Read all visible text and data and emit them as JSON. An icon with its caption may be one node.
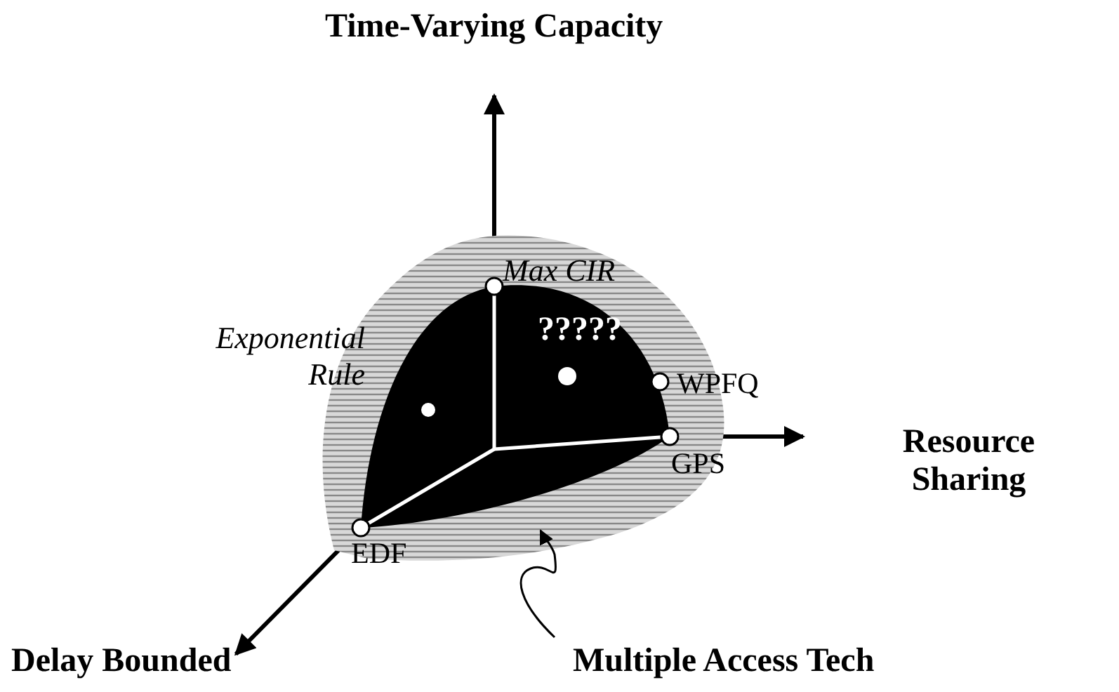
{
  "diagram": {
    "nodes": [
      {
        "text": [],
        "shape": "cloud"
      },
      {
        "text": [
          "Multiple Access Tech"
        ]
      }
    ],
    "edges": [
      {
        "from": 1,
        "to": 0,
        "arrow": "to"
      }
    ],
    "labels": [
      "Time-Varying Capacity",
      "Max CIR",
      "?????",
      "Exponential Rule",
      "WPFQ",
      "Resource Sharing",
      "GPS",
      "EDF",
      "Delay Bounded"
    ]
  }
}
